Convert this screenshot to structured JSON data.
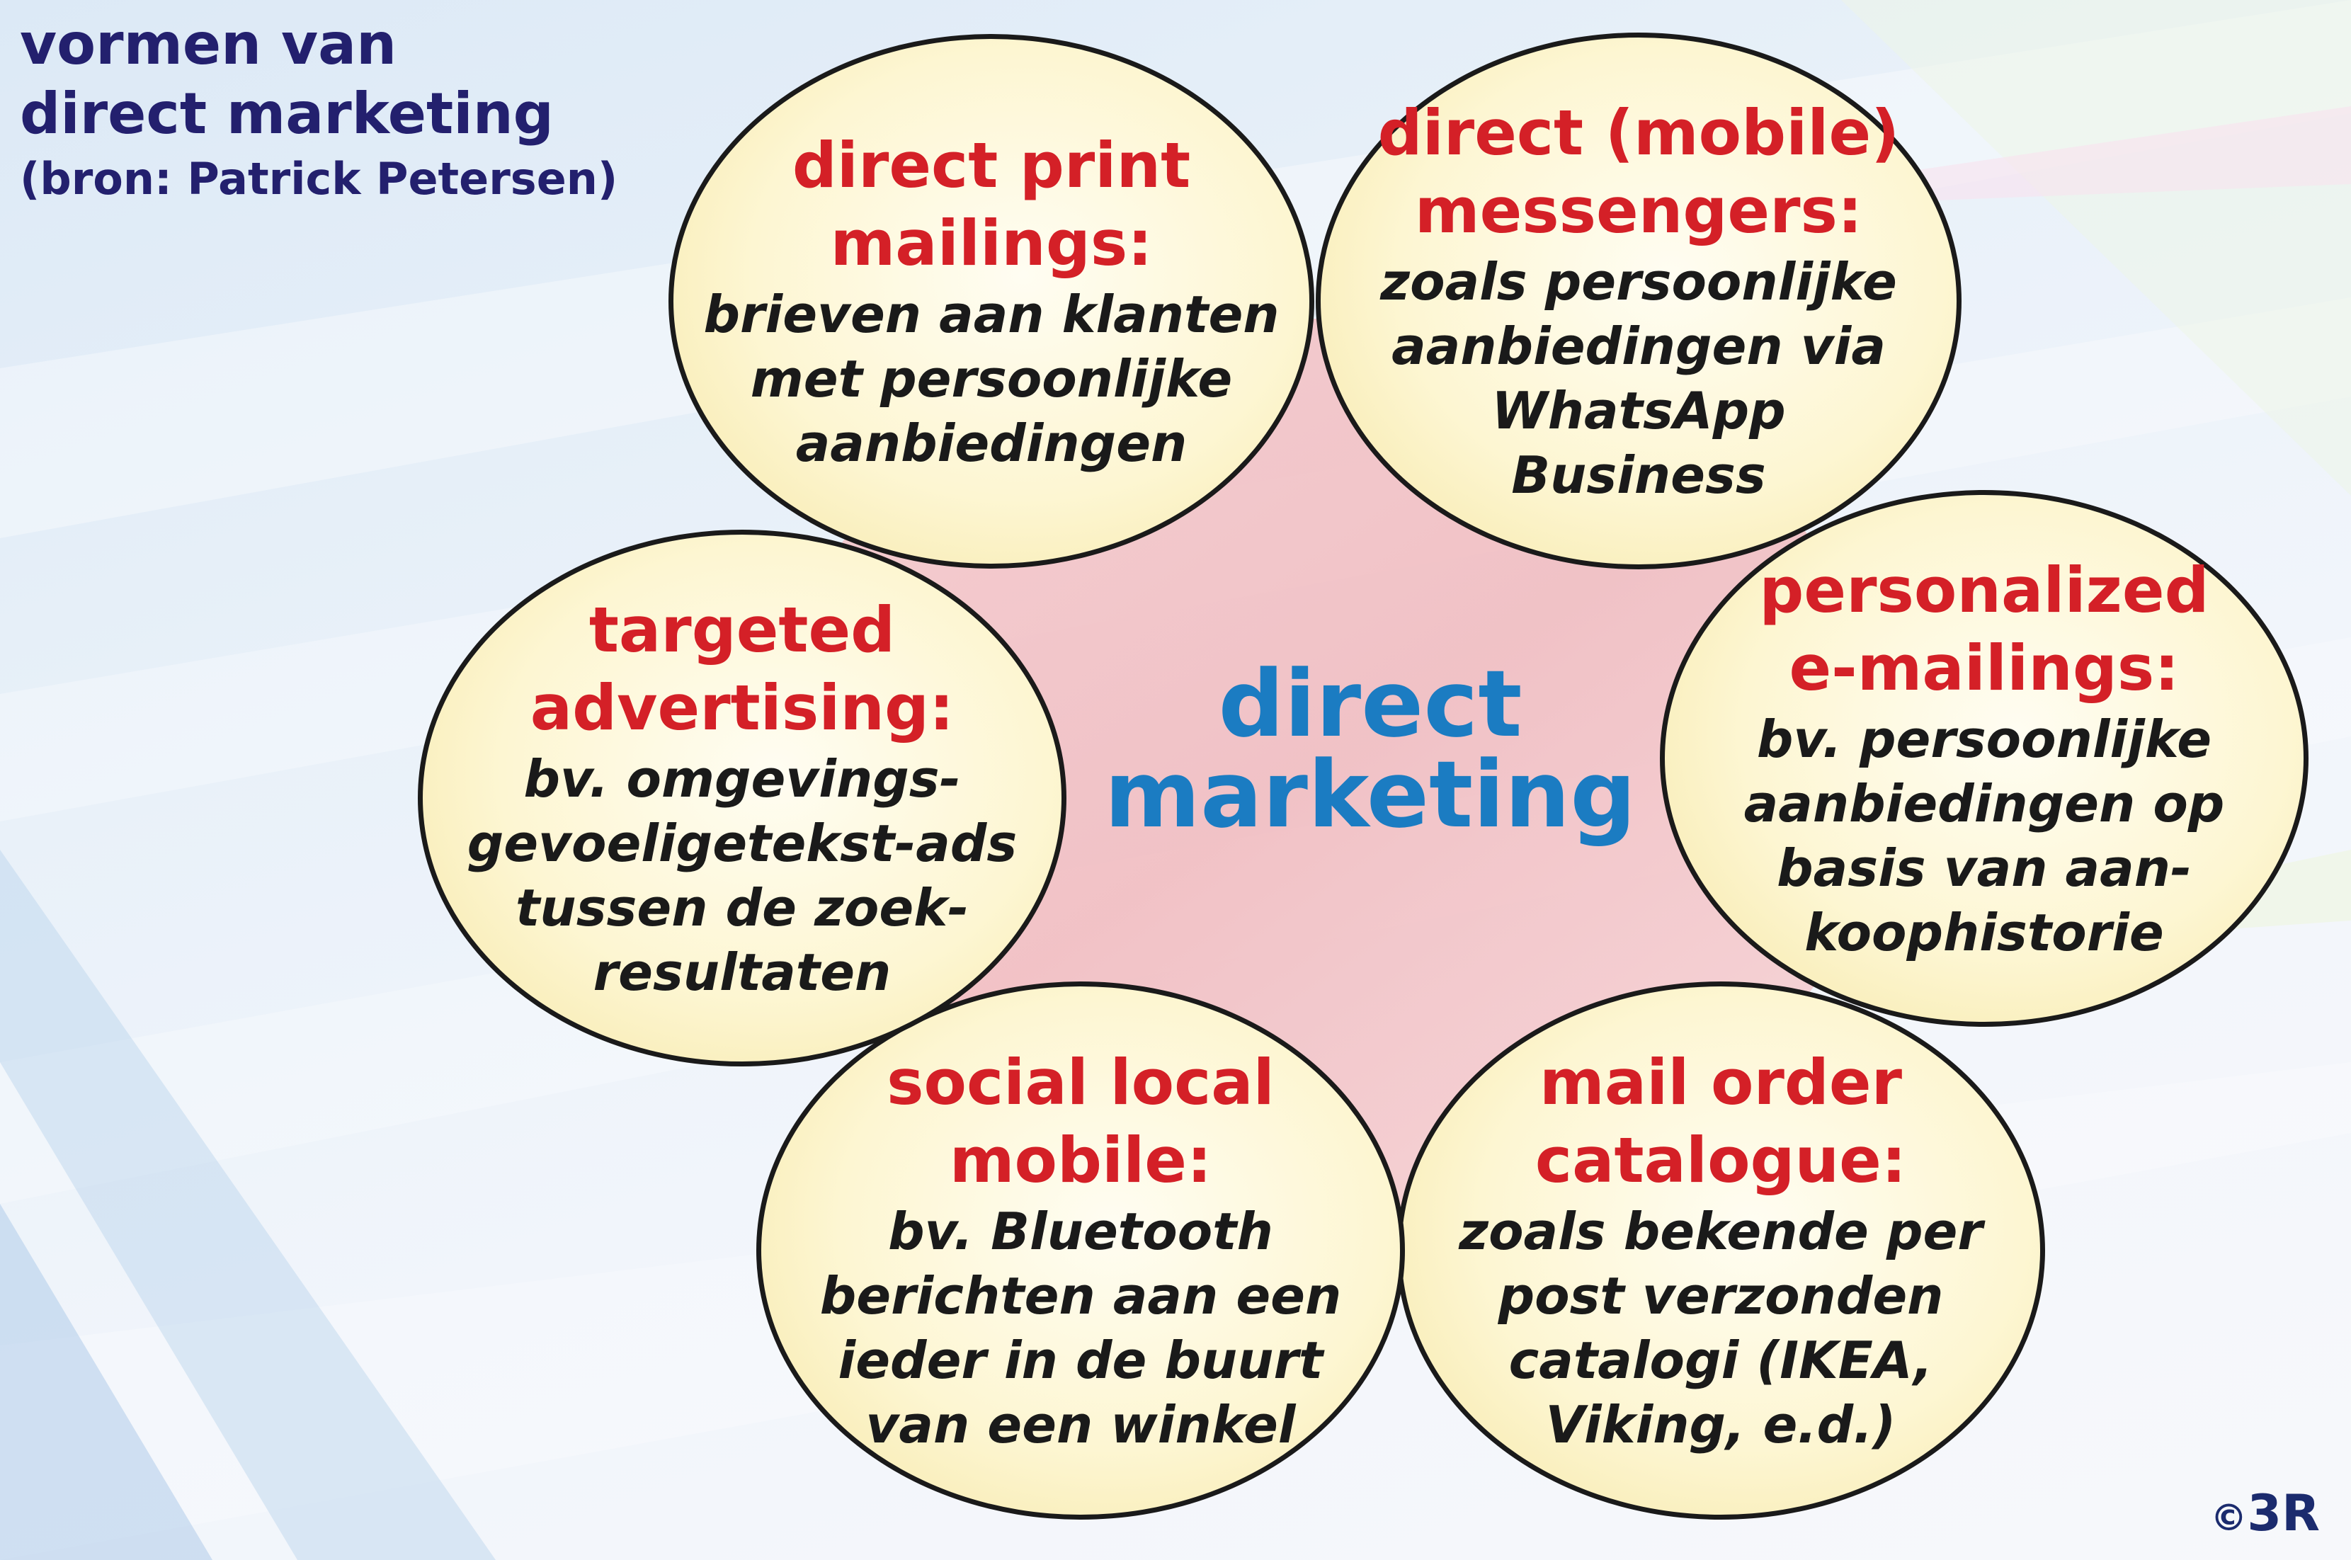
{
  "title": {
    "line1": "vormen van",
    "line2": "direct marketing",
    "line3": "(bron: Patrick Petersen)"
  },
  "center": {
    "line1": "direct",
    "line2": "marketing"
  },
  "nodes": [
    {
      "heading": "direct print\nmailings:",
      "body": "brieven aan klanten\nmet persoonlijke\naanbiedingen"
    },
    {
      "heading": "direct (mobile)\nmessengers:",
      "body": "zoals persoonlijke\naanbiedingen via\nWhatsApp\nBusiness"
    },
    {
      "heading": "personalized\ne-mailings:",
      "body": "bv. persoonlijke\naanbiedingen op\nbasis van aan-\nkoophistorie"
    },
    {
      "heading": "mail order\ncatalogue:",
      "body": "zoals bekende per\npost verzonden\ncatalogi (IKEA,\nViking, e.d.)"
    },
    {
      "heading": "social local\nmobile:",
      "body": "bv. Bluetooth\nberichten aan een\nieder in de buurt\nvan een winkel"
    },
    {
      "heading": "targeted\nadvertising:",
      "body": "bv. omgevings-\ngevoeligetekst-ads\ntussen de zoek-\nresultaten"
    }
  ],
  "copyright": {
    "symbol": "©",
    "mark": "3R"
  },
  "colors": {
    "title": "#23206e",
    "heading": "#d42027",
    "body_text": "#1a1a1a",
    "center": "#1b7cc2",
    "bubble_fill": "#fdf6d2",
    "hexagon_fill": "#f4c7c9"
  }
}
